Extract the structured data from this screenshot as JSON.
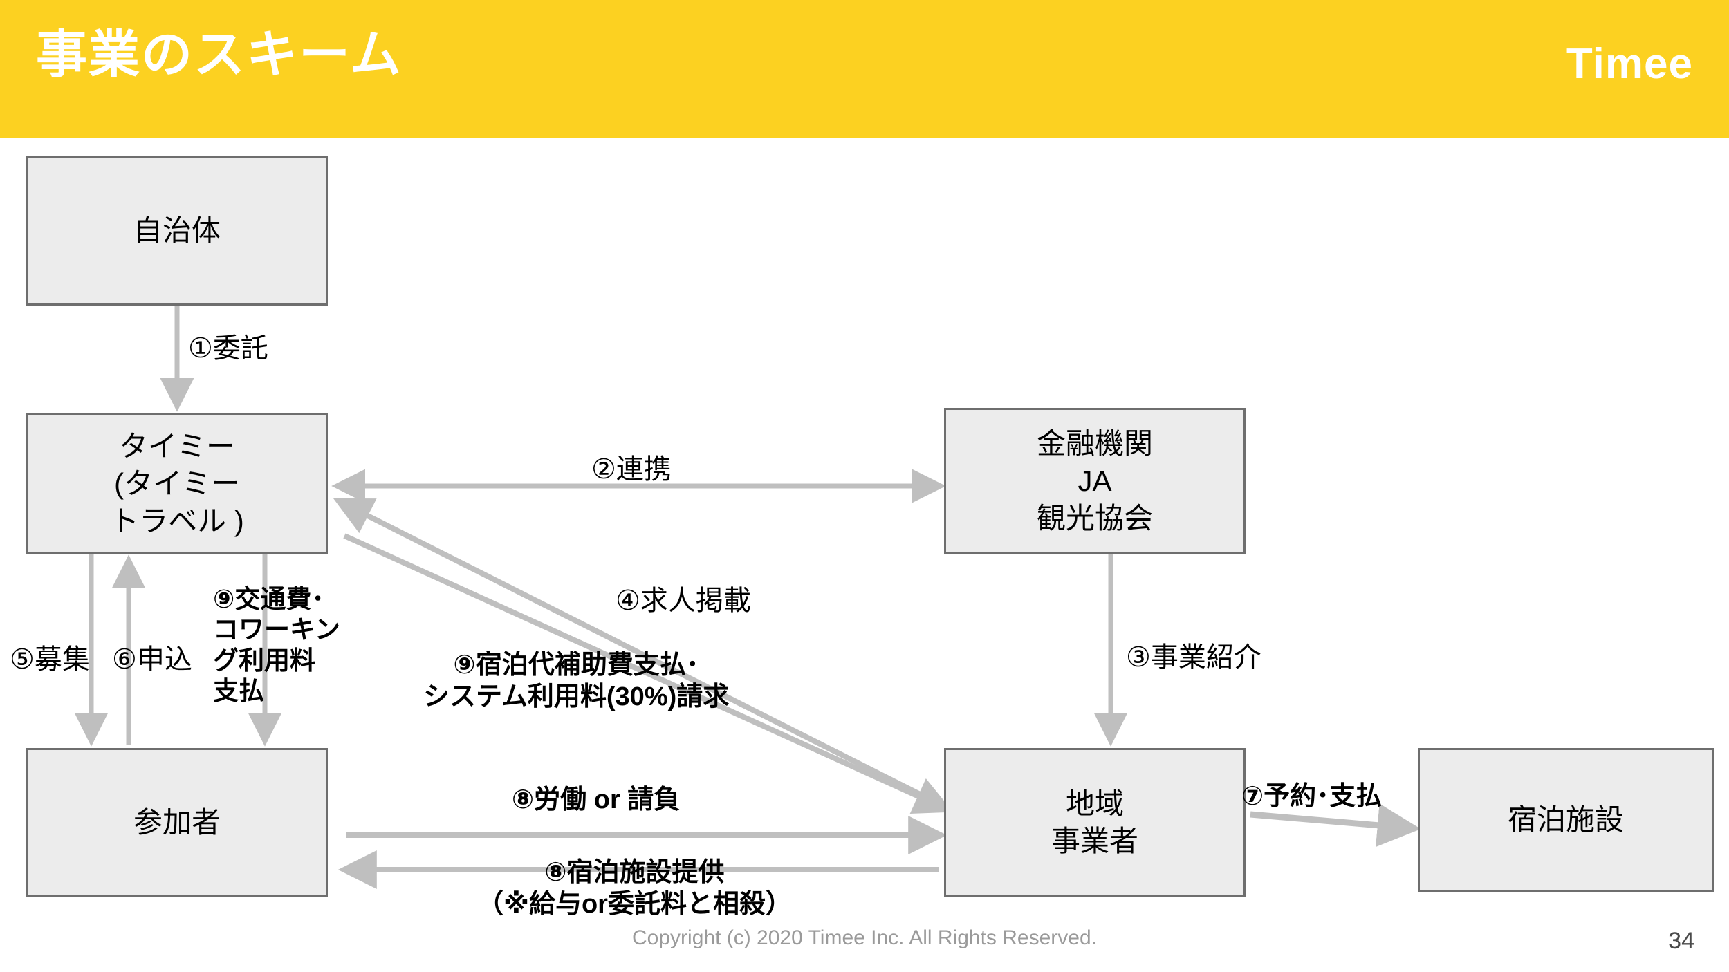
{
  "header": {
    "title": "事業のスキーム",
    "logo": "Timee",
    "bg_color": "#FCD121",
    "text_color": "#FFFFFF"
  },
  "nodes": {
    "jichitai": {
      "label": "自治体"
    },
    "timee": {
      "label": "タイミー\n(タイミー\nトラベル )"
    },
    "sankasha": {
      "label": "参加者"
    },
    "kinyu": {
      "label": "金融機関\nJA\n観光協会"
    },
    "chiiki": {
      "label": "地域\n事業者"
    },
    "shukuhaku": {
      "label": "宿泊施設"
    }
  },
  "arrow_labels": {
    "step1": "①委託",
    "step2": "②連携",
    "step3": "③事業紹介",
    "step4": "④求人掲載",
    "step5": "⑤募集",
    "step6": "⑥申込",
    "step7": "⑦予約･支払",
    "step8_work": "⑧労働 or 請負",
    "step8_lodging": "⑧宿泊施設提供\n（※給与or委託料と相殺）",
    "step9_transport": "⑨交通費･\nコワーキン\nグ利用料\n支払",
    "step9_lodging_subsidy": "⑨宿泊代補助費支払･\nシステム利用料(30%)請求"
  },
  "footer": {
    "copyright": "Copyright (c) 2020 Timee Inc. All Rights Reserved.",
    "page_number": "34"
  },
  "colors": {
    "box_fill": "#ECECEC",
    "box_border": "#6E6E6E",
    "arrow": "#BFBFBF",
    "footer_text": "#9A9A9A"
  }
}
